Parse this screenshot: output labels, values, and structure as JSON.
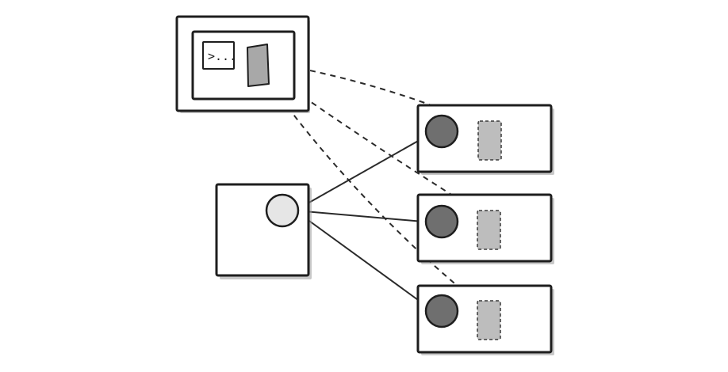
{
  "terminal": {
    "prompt_text": ">..."
  },
  "colors": {
    "outline": "#1e1e1e",
    "background": "#ffffff",
    "terminal_panel": "#a8a8a8",
    "hub_node": "#e6e6e6",
    "worker_node": "#6f6f6f",
    "worker_dashed_block": "#bdbdbd",
    "link": "#2a2a2a"
  },
  "icons": {
    "console_window": "terminal-window-icon",
    "hub_node": "light-circle-node",
    "worker_node": "dark-circle-node",
    "worker_placeholder": "dashed-rectangle-placeholder"
  },
  "workers": [
    {
      "id": "worker-1"
    },
    {
      "id": "worker-2"
    },
    {
      "id": "worker-3"
    }
  ]
}
